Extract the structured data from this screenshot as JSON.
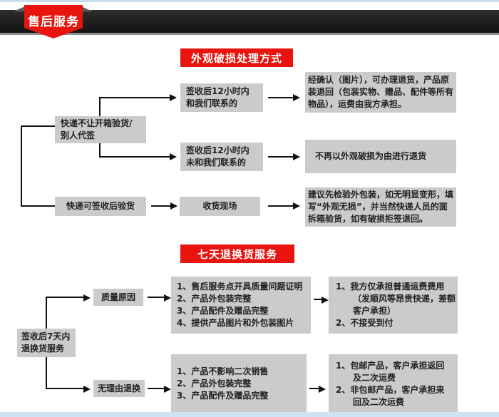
{
  "banner": {
    "label": "售后服务"
  },
  "colors": {
    "accent_red": "#e8140e",
    "bar_black": "#1d1d1d",
    "box_gray": "#cbcbcb",
    "strip_blue": "#cfe3f4"
  },
  "section1": {
    "title": "外观破损处理方式",
    "left1": "快递不让开箱验货/别人代签",
    "left2": "快递可签收后验货",
    "mid1": "签收后12小时内和我们联系的",
    "mid2": "签收后12小时内未和我们联系的",
    "mid3": "收货现场",
    "right1_lines": [
      "经确认（图片），可办理退货，产品原",
      "装退回（包装实物、赠品、配件等所有",
      "物品），运费由我方承担。"
    ],
    "right2": "不再以外观破损为由进行退货",
    "right3_lines": [
      "建议先检验外包装，如无明显变形，填",
      "写“外观无损”，并当然快递人员的面",
      "拆箱验货，如有破损拒签退回。"
    ]
  },
  "section2": {
    "title": "七天退换货服务",
    "root": "签收后7天内退换货服务",
    "branch1": "质量原因",
    "branch2": "无理由退换",
    "cond1_lines": [
      "1、售后服务点开具质量问题证明",
      "2、产品外包装完整",
      "3、产品配件及赠品完整",
      "4、提供产品图片和外包装图片"
    ],
    "result1_lines": [
      "1、我方仅承担普通运费费用",
      "（发顺风等昂贵快递，差额",
      "客户承担）",
      "2、不接受到付"
    ],
    "cond2_lines": [
      "1、产品不影响二次销售",
      "2、产品外包装完整",
      "3、产品配件及赠品完整"
    ],
    "result2_lines": [
      "1、包邮产品，客户承担返回",
      "及二次运费",
      "2、非包邮产品，客户承担来",
      "回及二次运费"
    ]
  }
}
